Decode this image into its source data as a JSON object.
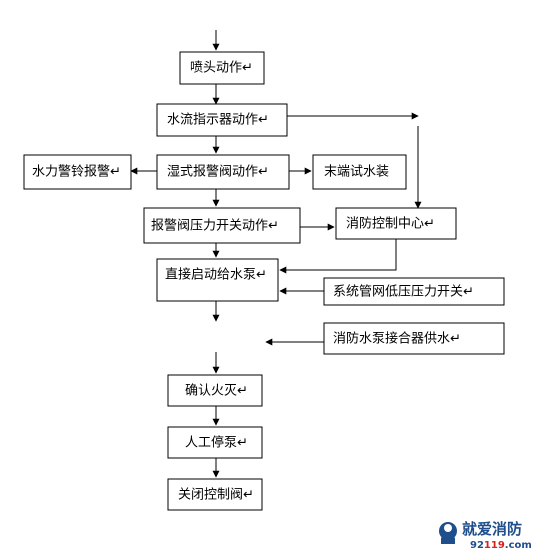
{
  "nodes": {
    "nozzle": "喷头动作↵",
    "flow_indicator": "水流指示器动作↵",
    "wet_alarm_valve": "湿式报警阀动作↵",
    "water_motor_gong": "水力警铃报警↵",
    "end_test_device": "末端试水装",
    "pressure_switch": "报警阀压力开关动作↵",
    "fire_control_center": "消防控制中心↵",
    "start_pump": "直接启动给水泵↵",
    "low_pressure_switch": "系统管网低压压力开关↵",
    "pump_adapter": "消防水泵接合器供水↵",
    "confirm_fire_out": "确认火灭↵",
    "manual_stop_pump": "人工停泵↵",
    "close_valve": "关闭控制阀↵"
  },
  "watermark": {
    "brand": "就爱消防",
    "url_prefix": "92",
    "url_highlight": "119",
    "url_suffix": ".com"
  },
  "colors": {
    "line": "#000000",
    "box_border": "#000000",
    "watermark_text": "#1f4e8c",
    "watermark_highlight": "#d62020"
  }
}
